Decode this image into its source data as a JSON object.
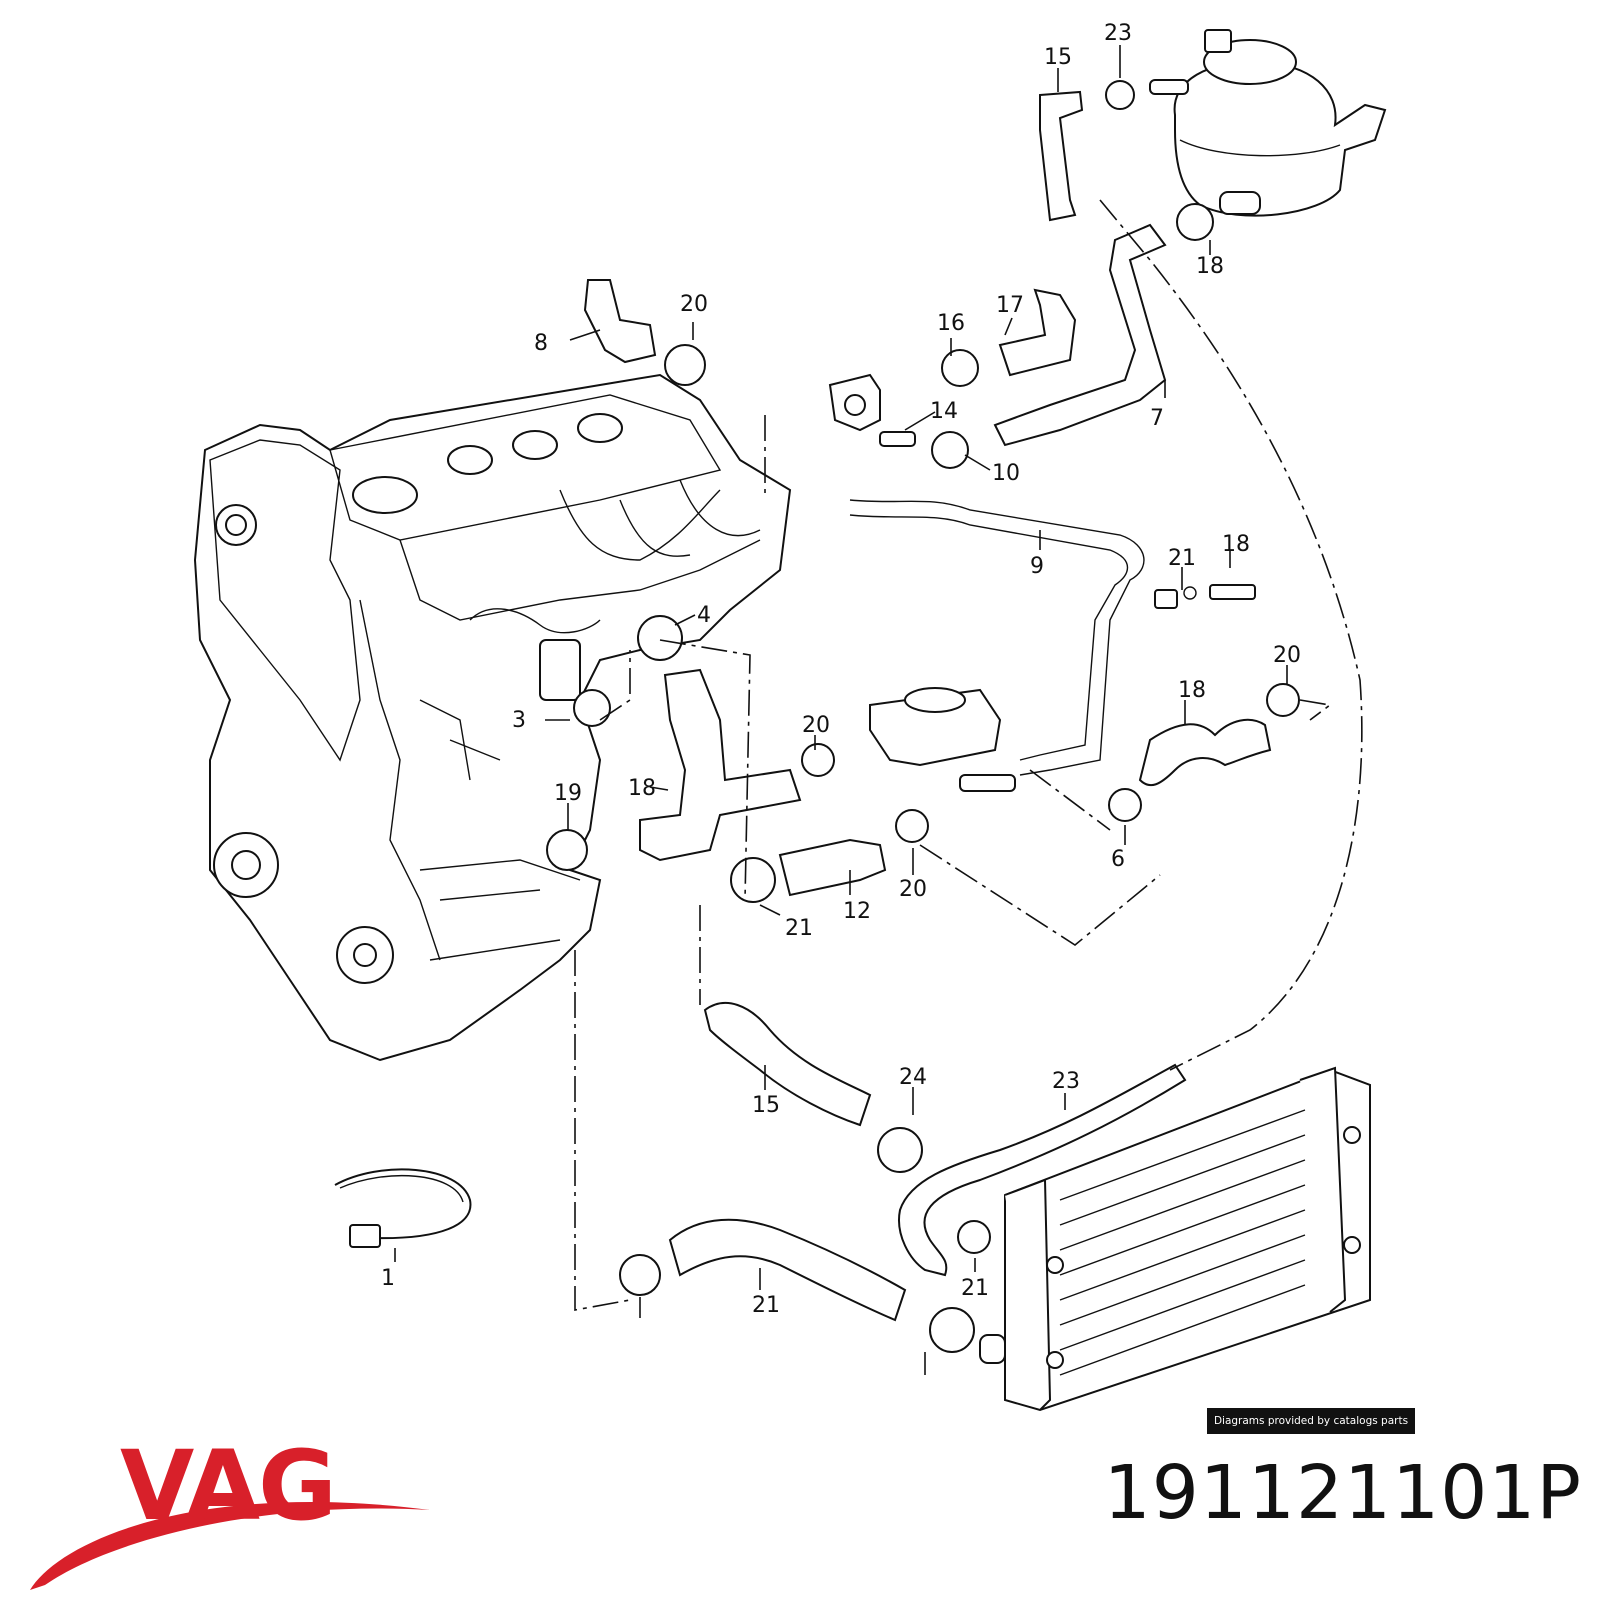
{
  "diagram": {
    "callouts": [
      "23",
      "15",
      "18",
      "20",
      "16",
      "17",
      "8",
      "14",
      "7",
      "10",
      "9",
      "21",
      "18",
      "4",
      "20",
      "18",
      "3",
      "20",
      "18",
      "19",
      "6",
      "20",
      "12",
      "21",
      "15",
      "24",
      "23",
      "1",
      "21",
      "21"
    ]
  },
  "footer": {
    "credit": "Diagrams provided by catalogs parts",
    "brand": "VAG",
    "part_number": "191121101P"
  },
  "colors": {
    "brand_red": "#d8202a",
    "ink": "#111111"
  }
}
